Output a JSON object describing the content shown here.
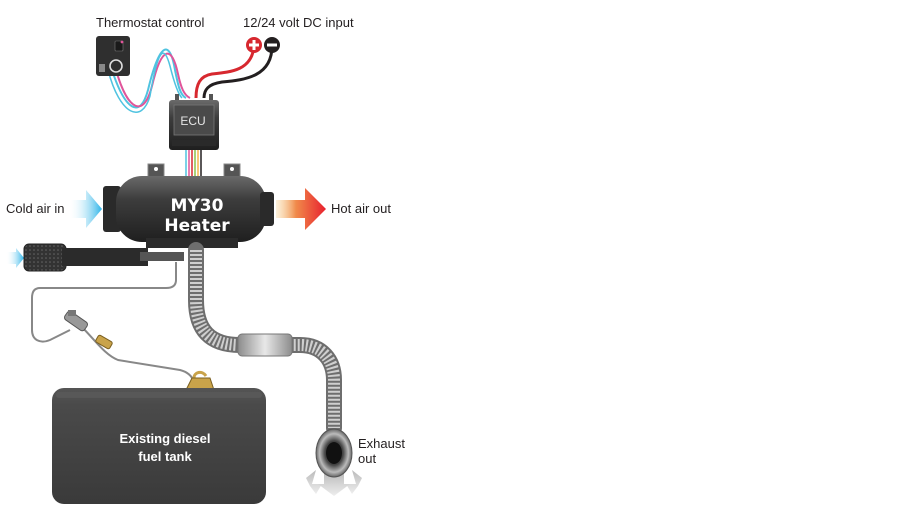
{
  "labels": {
    "thermostat": "Thermostat control",
    "dc_input": "12/24 volt DC input",
    "ecu": "ECU",
    "heater": "MY30 Heater",
    "cold_air": "Cold air in",
    "hot_air": "Hot air out",
    "exhaust_line1": "Exhaust",
    "exhaust_line2": "out",
    "tank_line1": "Existing diesel",
    "tank_line2": "fuel tank"
  },
  "colors": {
    "positive": "#d7282f",
    "negative": "#231f20",
    "cold_air": "#2bb3e8",
    "hot_air_start": "#f7b54a",
    "hot_air_end": "#e8202e",
    "body_dark": "#3a3a3a",
    "wire_cyan": "#4fc3e0",
    "wire_pink": "#e0559a"
  },
  "icons": {
    "positive_terminal": "plus-sign",
    "negative_terminal": "minus-sign"
  }
}
